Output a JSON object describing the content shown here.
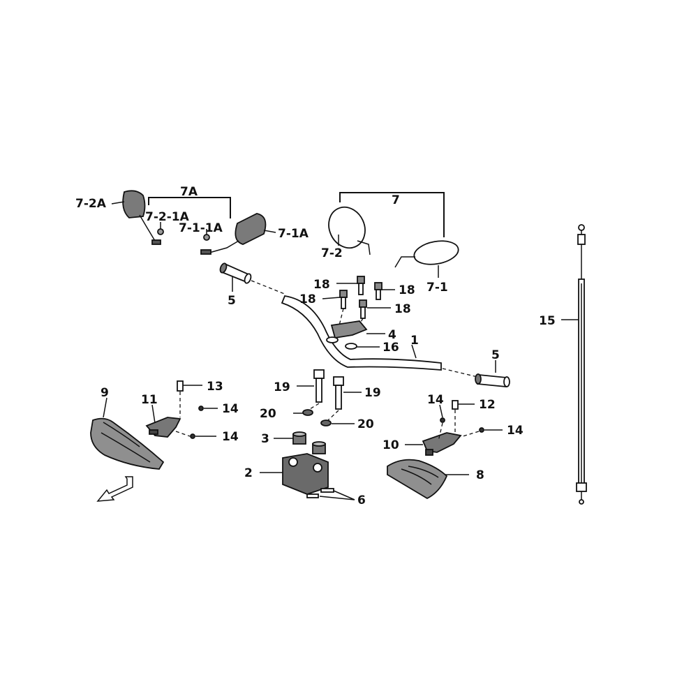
{
  "colors": {
    "ink": "#111111",
    "part_fill": "#8a8a8a",
    "part_dark": "#3a3a3a",
    "background": "#ffffff"
  },
  "labels": {
    "l1": "1",
    "l2": "2",
    "l3": "3",
    "l4": "4",
    "l5a": "5",
    "l5b": "5",
    "l6": "6",
    "l7": "7",
    "l7_1": "7-1",
    "l7_2": "7-2",
    "l7a": "7A",
    "l7_1a": "7-1A",
    "l7_2a": "7-2A",
    "l7_1_1a": "7-1-1A",
    "l7_2_1a": "7-2-1A",
    "l8": "8",
    "l9": "9",
    "l10": "10",
    "l11": "11",
    "l12": "12",
    "l13": "13",
    "l14a": "14",
    "l14b": "14",
    "l14c": "14",
    "l14d": "14",
    "l15": "15",
    "l16": "16",
    "l18a": "18",
    "l18b": "18",
    "l18c": "18",
    "l18d": "18",
    "l19a": "19",
    "l19b": "19",
    "l20a": "20",
    "l20b": "20"
  }
}
